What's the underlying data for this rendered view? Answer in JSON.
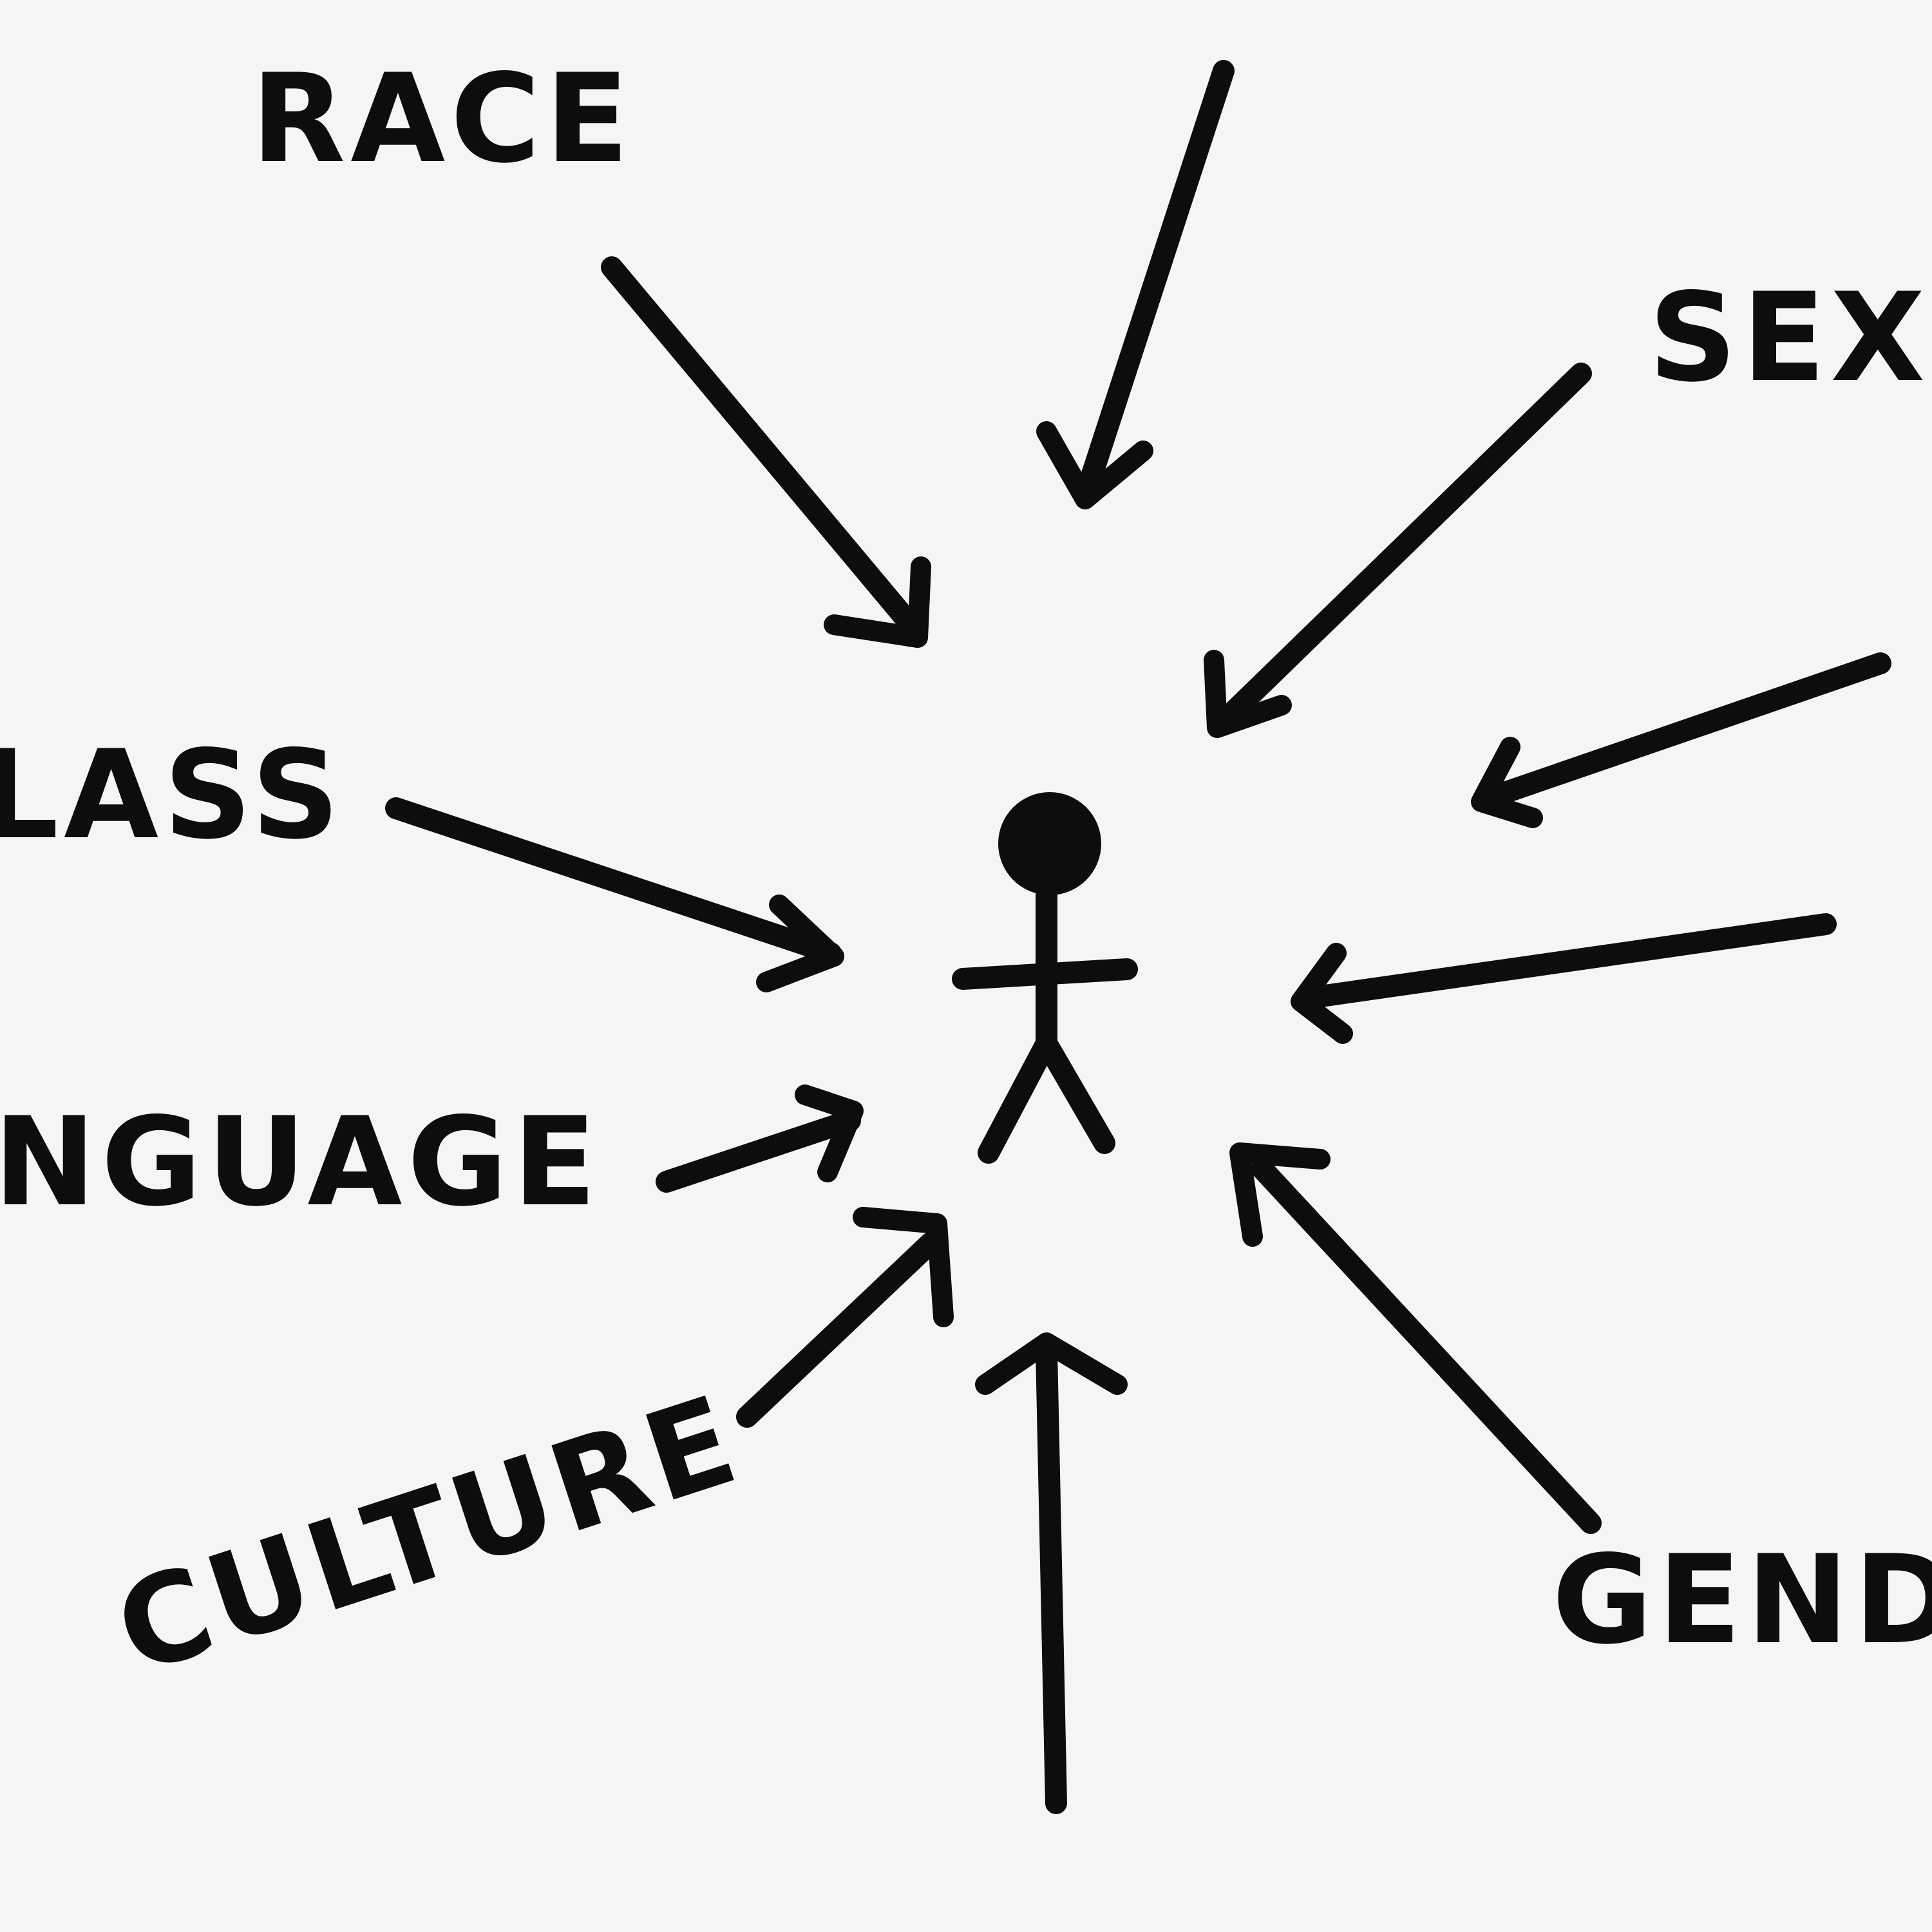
{
  "diagram": {
    "labels": {
      "race": "RACE",
      "sexuality": "SEXU",
      "class": "LASS",
      "language": "NGUAGE",
      "culture": "CULTURE",
      "gender": "GEND"
    },
    "center": "stick-figure",
    "ink_color": "#0d0d0d",
    "background_color": "#f5f5f5"
  }
}
